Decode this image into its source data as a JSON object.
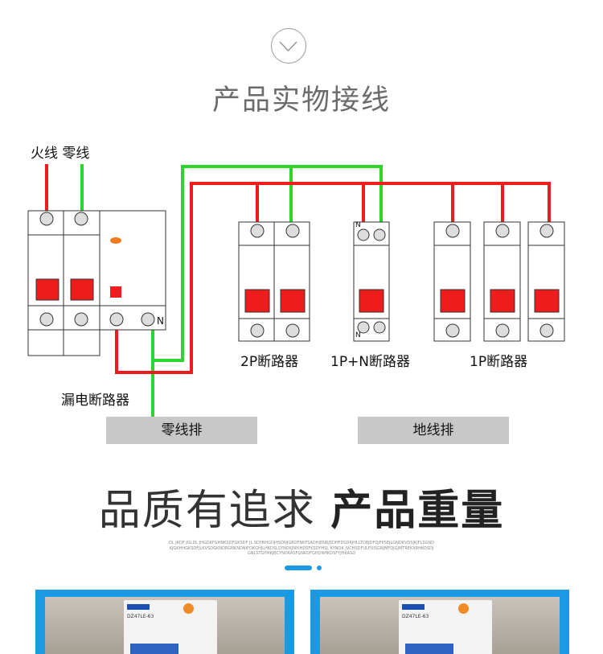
{
  "section": {
    "title": "产品实物接线"
  },
  "wiring": {
    "top_label": "火线 零线",
    "rcd_label": "漏电断路器",
    "rcd_terminal": "N",
    "breaker_2p_label": "2P断路器",
    "breaker_1pn_label": "1P+N断路器",
    "breaker_1pn_terminal_top": "N",
    "breaker_1pn_terminal_bottom": "N",
    "breaker_1p_label": "1P断路器",
    "neutral_bar_label": "零线排",
    "ground_bar_label": "地线排",
    "colors": {
      "live": "#ee1c1c",
      "neutral": "#2bd62b",
      "handle": "#ee1c1c",
      "indicator": "#f47a20"
    }
  },
  "quality": {
    "light": "品质有追求",
    "bold": "产品重量",
    "fine_print": "DL JKDF JGLDL JHGDKFGHNKSDFGKSDF JL SDYNHGDJHSDNJGBDFNKFSADHJENRJSDHFDSDRJHLLTDBJDFDJFPSEJLGNDKVDSJKJFLSGNDKJGKHHGKSDFJLKVSDGKNDRGNKNDNIFOKGHJLHKDSLSYNOXJNYIHDSFKSDYHSL KYNOK JVCHSDFULFUISGNJMFDJGJMTREKXRHKOSDJGNLSTGYMKJBCYNOKASFGNKDFGHDNHKDSFYJHKASD"
  },
  "pagination": {
    "active": 1,
    "count": 2
  },
  "photos": [
    {
      "model": "DZ47LE-63"
    },
    {
      "model": "DZ47LE-63"
    }
  ]
}
